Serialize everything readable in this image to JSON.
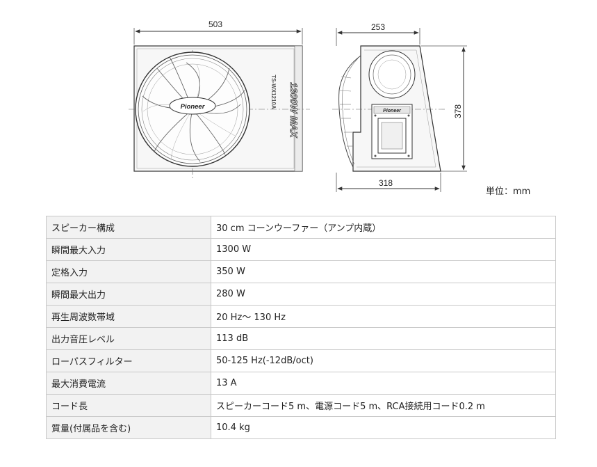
{
  "drawing": {
    "dimensions": {
      "front_width": "503",
      "side_depth": "253",
      "height": "378",
      "base_depth": "318"
    },
    "product_text": {
      "brand": "Pioneer",
      "model": "TS-WX1210A",
      "power": "1300W MAX"
    },
    "unit_label": "単位：mm"
  },
  "specs": [
    {
      "label": "スピーカー構成",
      "value": "30 cm コーンウーファー（アンプ内蔵）"
    },
    {
      "label": "瞬間最大入力",
      "value": "1300 W"
    },
    {
      "label": "定格入力",
      "value": "350 W"
    },
    {
      "label": "瞬間最大出力",
      "value": "280 W"
    },
    {
      "label": "再生周波数帯域",
      "value": "20 Hz～ 130 Hz"
    },
    {
      "label": "出力音圧レベル",
      "value": "113 dB"
    },
    {
      "label": "ローパスフィルター",
      "value": "50-125 Hz(-12dB/oct)"
    },
    {
      "label": "最大消費電流",
      "value": "13 A"
    },
    {
      "label": "コード長",
      "value": "スピーカーコード5 m、電源コード5 m、RCA接続用コード0.2 m"
    },
    {
      "label": "質量(付属品を含む)",
      "value": "10.4 kg"
    }
  ]
}
